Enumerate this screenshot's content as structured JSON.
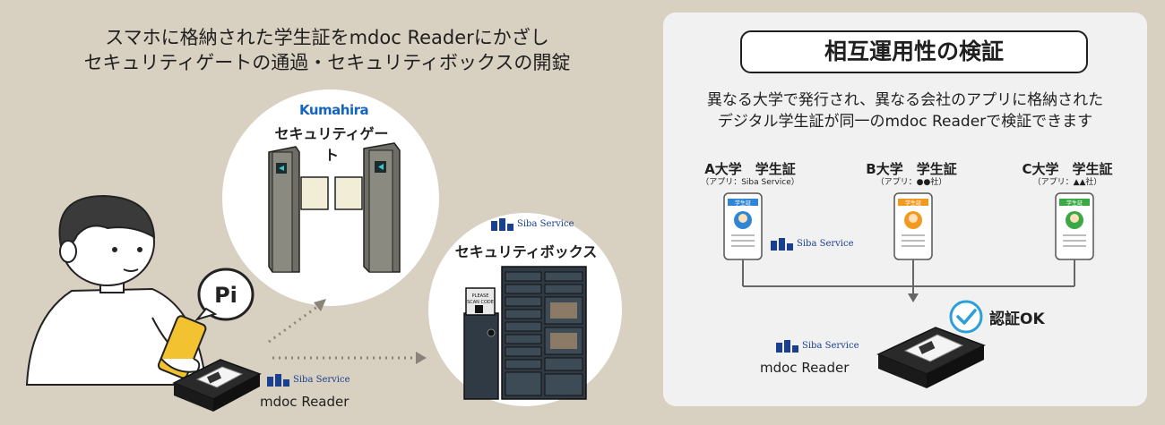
{
  "left_title": {
    "line1": "スマホに格納された学生証をmdoc Readerにかざし",
    "line2": "セキュリティゲートの通過・セキュリティボックスの開錠"
  },
  "gate": {
    "brand": "Kumahira",
    "label": "セキュリティゲート"
  },
  "box": {
    "brand": "Siba Service",
    "label": "セキュリティボックス",
    "screen_text": "PLEASE SCAN CODE"
  },
  "phone_bubble": "Pi",
  "left_reader": {
    "brand": "Siba Service",
    "label": "mdoc Reader"
  },
  "panel": {
    "title": "相互運用性の検証",
    "desc_line1": "異なる大学で発行され、異なる会社のアプリに格納された",
    "desc_line2": "デジタル学生証が同一のmdoc Readerで検証できます",
    "universities": [
      {
        "name": "A大学　学生証",
        "app": "（アプリ：Siba Service）",
        "card_title": "学生証",
        "accent": "#2e86d4"
      },
      {
        "name": "B大学　学生証",
        "app": "（アプリ：●●社）",
        "card_title": "学生証",
        "accent": "#f29a1f"
      },
      {
        "name": "C大学　学生証",
        "app": "（アプリ：▲▲社）",
        "card_title": "学生証",
        "accent": "#3aa845"
      }
    ],
    "ok_text": "認証OK",
    "reader_label": "mdoc Reader",
    "brand": "Siba Service"
  },
  "colors": {
    "background": "#d8d0c0",
    "panel": "#f1f1f1",
    "check": "#2a9fd8",
    "brand_blue": "#1a3f8f"
  }
}
